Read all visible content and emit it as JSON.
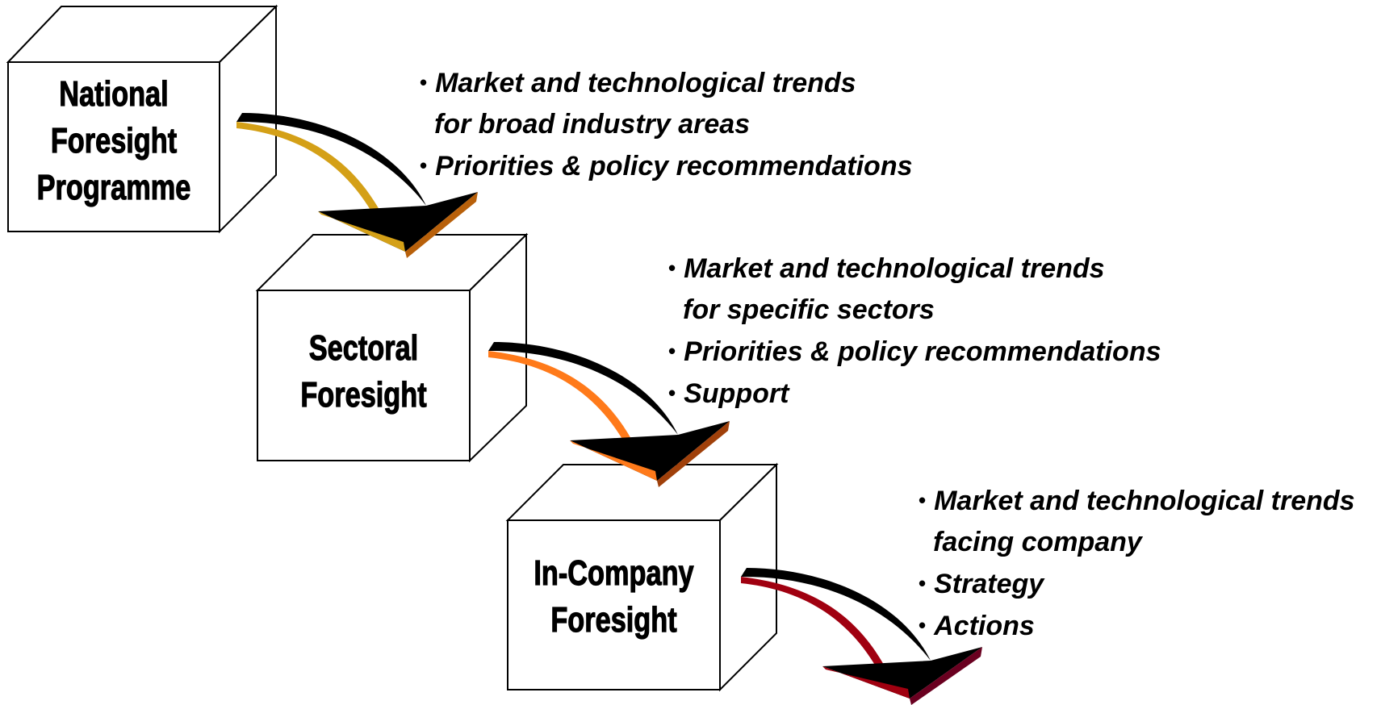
{
  "boxes": [
    {
      "lines": [
        "National",
        "Foresight",
        "Programme"
      ]
    },
    {
      "lines": [
        "Sectoral",
        "Foresight"
      ]
    },
    {
      "lines": [
        "In-Company",
        "Foresight"
      ]
    }
  ],
  "bullet_groups": [
    {
      "items": [
        {
          "first": "Market and technological trends",
          "cont": "for broad industry areas"
        },
        {
          "first": "Priorities & policy recommendations"
        }
      ]
    },
    {
      "items": [
        {
          "first": "Market and technological trends",
          "cont": "for specific sectors"
        },
        {
          "first": "Priorities & policy recommendations"
        },
        {
          "first": "Support"
        }
      ]
    },
    {
      "items": [
        {
          "first": "Market and technological trends",
          "cont": "facing company"
        },
        {
          "first": "Strategy"
        },
        {
          "first": "Actions"
        }
      ]
    }
  ],
  "arrow_colors": [
    {
      "edge": "#D4A017",
      "tip": "#B8600A"
    },
    {
      "edge": "#FF7A1A",
      "tip": "#A0400A"
    },
    {
      "edge": "#A00010",
      "tip": "#6A0020"
    }
  ],
  "bullet_symbol": "•"
}
